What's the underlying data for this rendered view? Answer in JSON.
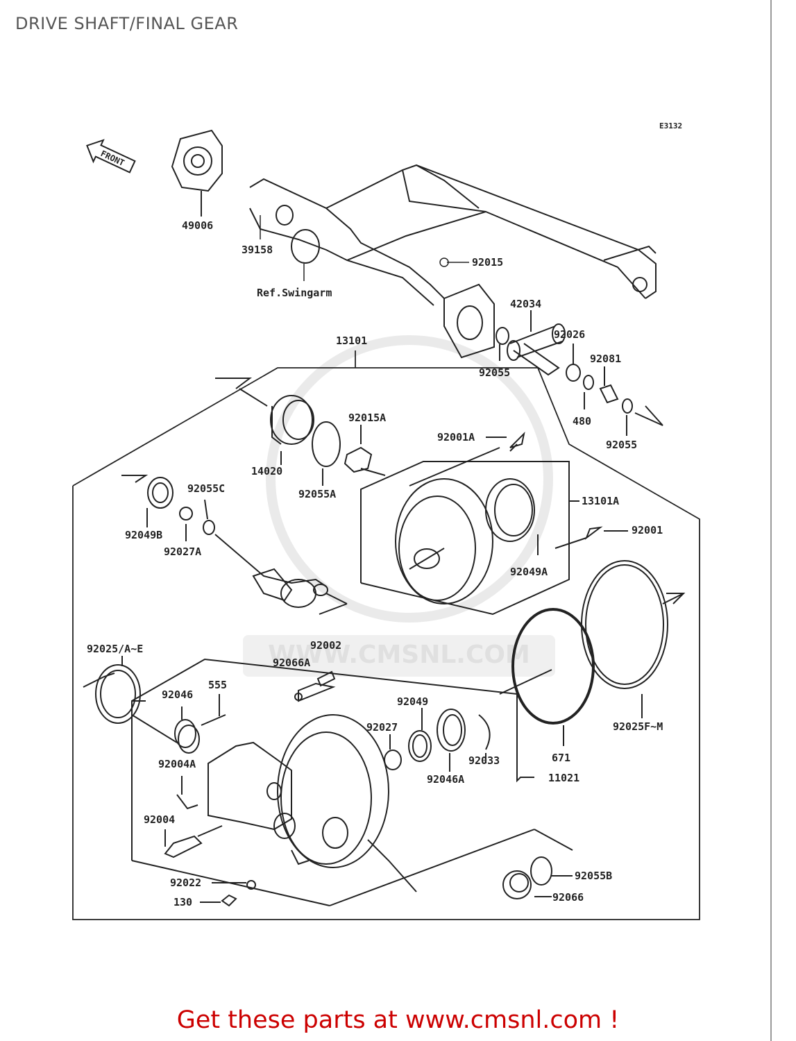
{
  "page_title": "DRIVE SHAFT/FINAL GEAR",
  "diagram_code": "E3132",
  "front_label": "FRONT",
  "ref_label": "Ref.Swingarm",
  "watermark_text": "WWW.CMSNL.COM",
  "promo_text": "Get these parts at www.cmsnl.com !",
  "colors": {
    "promo": "#cc0000",
    "line": "#222222",
    "watermark": "#d9d9d9"
  },
  "labels": {
    "p49006": "49006",
    "p39158": "39158",
    "p92015": "92015",
    "p42034": "42034",
    "p92026": "92026",
    "p92081": "92081",
    "p92055_top": "92055",
    "p480": "480",
    "p92055_right": "92055",
    "p13101": "13101",
    "p92015A": "92015A",
    "p92001A": "92001A",
    "p14020": "14020",
    "p92055A": "92055A",
    "p13101A": "13101A",
    "p92001": "92001",
    "p92055C": "92055C",
    "p92049B": "92049B",
    "p92027A": "92027A",
    "p92049A": "92049A",
    "p92025AE": "92025/A~E",
    "p92002": "92002",
    "p92066A": "92066A",
    "p92046": "92046",
    "p555": "555",
    "p92049": "92049",
    "p92027": "92027",
    "p92033": "92033",
    "p92046A": "92046A",
    "p92004A": "92004A",
    "p11021": "11021",
    "p92004": "92004",
    "p92025FM": "92025F~M",
    "p671": "671",
    "p92055B": "92055B",
    "p92066": "92066",
    "p92022": "92022",
    "p130": "130"
  }
}
